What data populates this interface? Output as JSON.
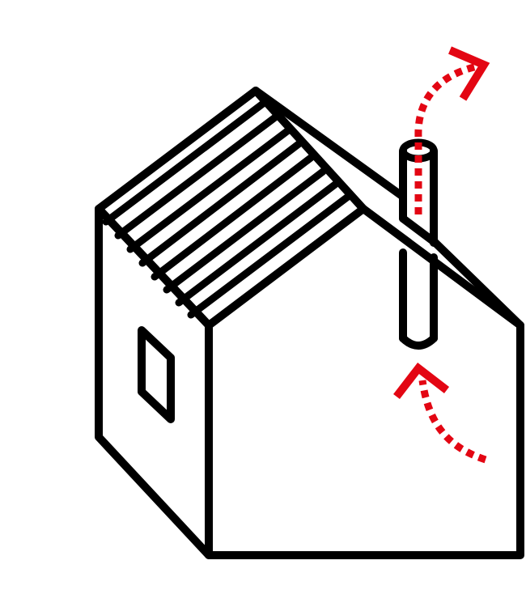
{
  "diagram": {
    "subject": "house-with-vent-pipe",
    "colors": {
      "outline": "#000000",
      "airflow": "#e30613",
      "background": "#ffffff"
    },
    "airflow": [
      {
        "id": "inflow",
        "direction": "into-pipe"
      },
      {
        "id": "outflow",
        "direction": "out-of-pipe"
      }
    ]
  }
}
